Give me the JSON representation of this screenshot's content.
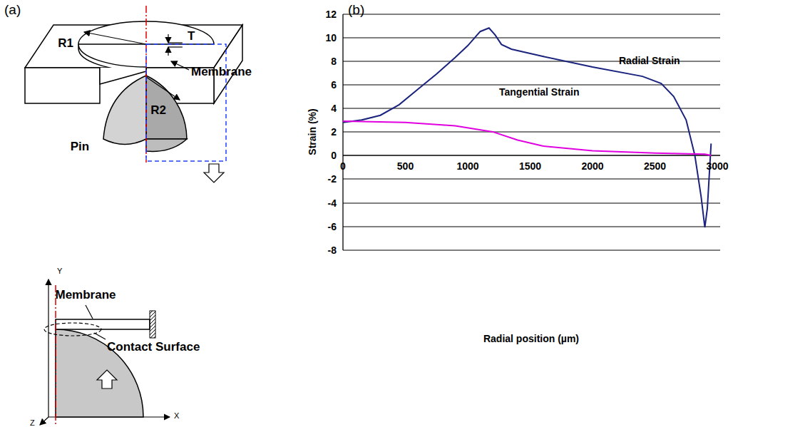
{
  "diagram": {
    "labels": [
      "(a)",
      "(b)",
      "R1",
      "T",
      "Membrane",
      "R2",
      "Pin",
      "Y",
      "Membrane",
      "Contact Surface",
      "X",
      "Z",
      "12",
      "10",
      "8",
      "6",
      "4",
      "2",
      "0",
      "-2",
      "-4",
      "-6",
      "-8",
      "0",
      "500",
      "1000",
      "1500",
      "2000",
      "2500",
      "3000",
      "Strain (%)",
      "Radial position (µm)",
      "Radial Strain",
      "Tangential Strain"
    ]
  }
}
